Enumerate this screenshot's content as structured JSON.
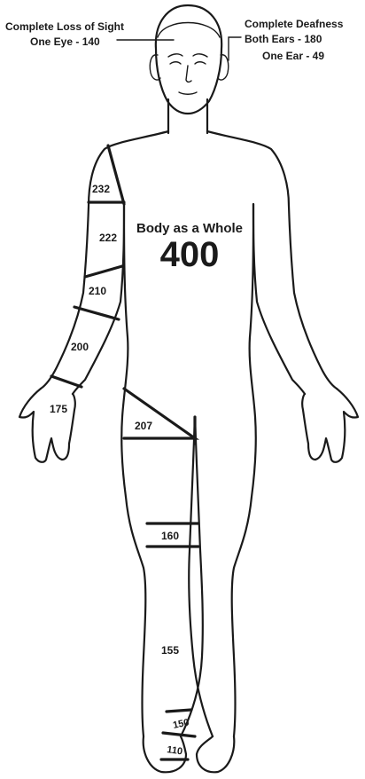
{
  "labels": {
    "sight_title": "Complete Loss of Sight",
    "sight_one_eye": "One Eye - 140",
    "deaf_title": "Complete Deafness",
    "deaf_both": "Both Ears - 180",
    "deaf_one": "One Ear - 49",
    "whole_title": "Body as a Whole",
    "whole_value": "400"
  },
  "segments": {
    "shoulder": "232",
    "upper_arm": "222",
    "elbow": "210",
    "forearm": "200",
    "hand": "175",
    "hip": "207",
    "knee": "160",
    "lower_leg": "155",
    "ankle": "150",
    "foot": "110"
  }
}
